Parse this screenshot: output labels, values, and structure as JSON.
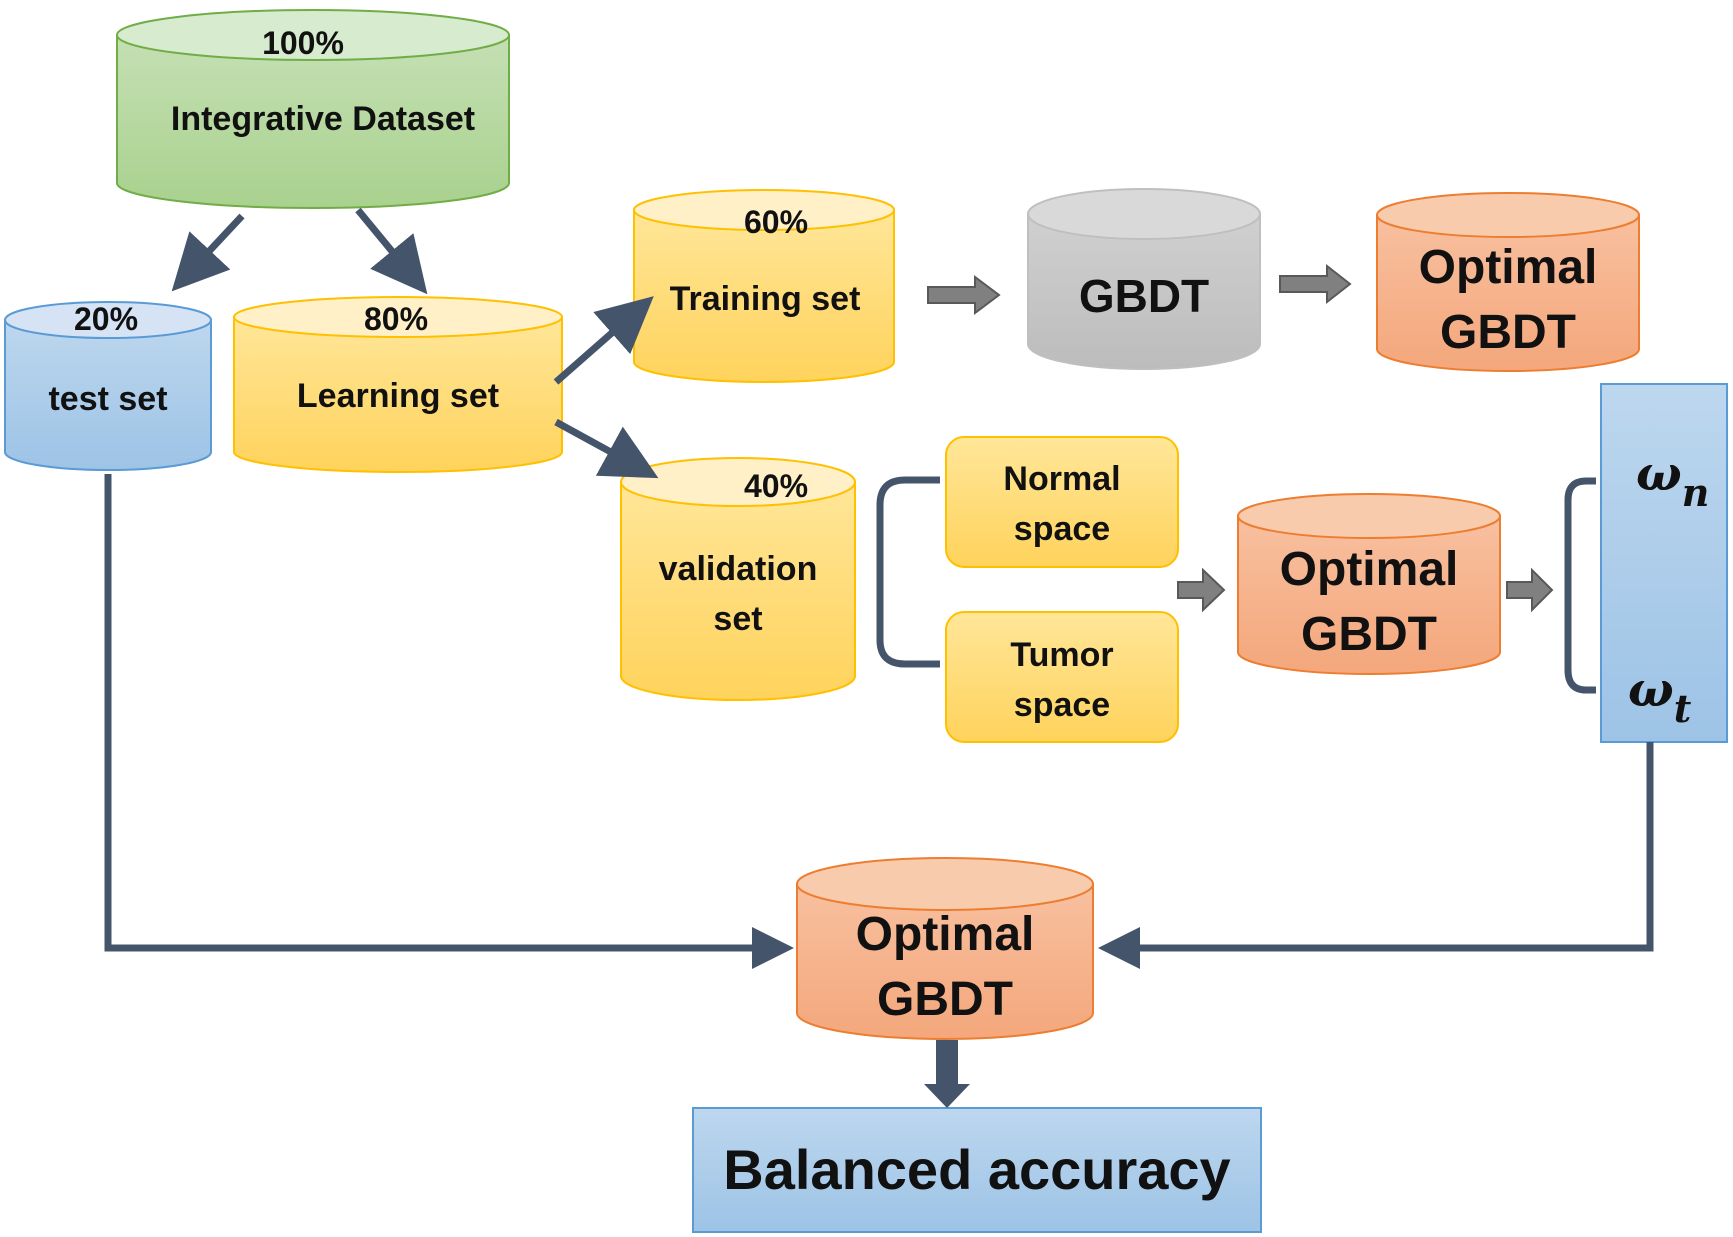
{
  "nodes": {
    "integrative": {
      "pct": "100%",
      "label": "Integrative Dataset"
    },
    "test": {
      "pct": "20%",
      "label": "test set"
    },
    "learning": {
      "pct": "80%",
      "label": "Learning set"
    },
    "training": {
      "pct": "60%",
      "label": "Training set"
    },
    "validation": {
      "pct": "40%",
      "label1": "validation",
      "label2": "set"
    },
    "gbdt": {
      "label": "GBDT"
    },
    "optimal_top": {
      "label1": "Optimal",
      "label2": "GBDT"
    },
    "normal_space": {
      "label1": "Normal",
      "label2": "space"
    },
    "tumor_space": {
      "label1": "Tumor",
      "label2": "space"
    },
    "optimal_mid": {
      "label1": "Optimal",
      "label2": "GBDT"
    },
    "weights": {
      "w_n": "ω",
      "w_n_sub": "n",
      "w_t": "ω",
      "w_t_sub": "t"
    },
    "optimal_bottom": {
      "label1": "Optimal",
      "label2": "GBDT"
    },
    "balanced": {
      "label": "Balanced accuracy"
    }
  },
  "colors": {
    "green_top": "#d7ebcf",
    "green_body": "#a9d18e",
    "green_stroke": "#70ad47",
    "blue_top": "#d5e3f5",
    "blue_body": "#9dc3e6",
    "blue_stroke": "#5b9bd5",
    "yellow_top": "#fff0c8",
    "yellow_body": "#ffd966",
    "yellow_stroke": "#ffc000",
    "gray_top": "#d9d9d9",
    "gray_body": "#bfbfbf",
    "orange_top": "#f8cbad",
    "orange_body": "#f4b183",
    "orange_stroke": "#ed7d31",
    "connector": "#44546a",
    "block_arrow": "#808080"
  }
}
